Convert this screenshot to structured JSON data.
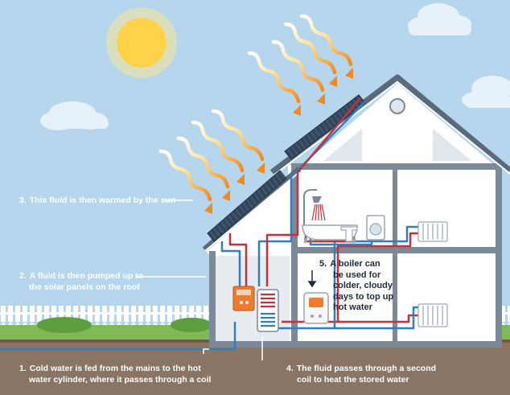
{
  "steps": [
    {
      "number": "1.",
      "text_line1": "Cold water is fed from the mains to the hot",
      "text_line2": "water cylinder, where it passes through a coil"
    },
    {
      "number": "2.",
      "text_line1": "A fluid is then pumped up to",
      "text_line2": "the solar panels on the roof"
    },
    {
      "number": "3.",
      "text_line1": "This fluid is then warmed by the sun"
    },
    {
      "number": "4.",
      "text_line1": "The fluid passes through a second",
      "text_line2": "coil to heat the stored water"
    },
    {
      "number": "5.",
      "text_lines": [
        "A boiler can",
        "be used for",
        "colder, cloudy",
        "days to top up",
        "hot water"
      ]
    }
  ],
  "colors": {
    "sky": "#b5d6ec",
    "ground": "#8a7565",
    "grass": "#7fba57",
    "wall": "#ffffff",
    "frame": "#5a6a7a",
    "hot_pipe": "#cc2e3a",
    "cold_pipe": "#2f7fc1",
    "ray_orange": "#f2891e",
    "sun": "#ffd24a"
  }
}
